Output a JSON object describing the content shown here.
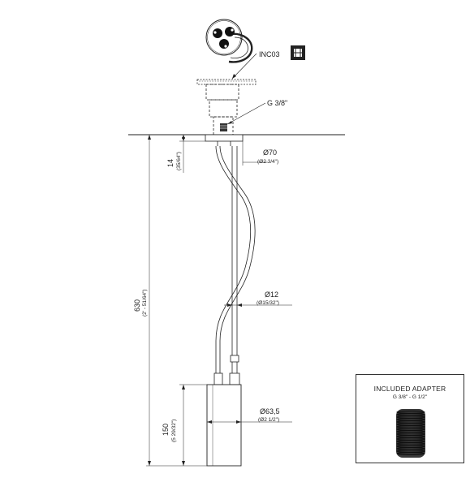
{
  "labels": {
    "code": "INC03",
    "thread": "G 3/8\"",
    "dia70": "Ø70",
    "dia70_in": "(Ø2 3/4\")",
    "dim14": "14",
    "dim14_in": "(35/64\")",
    "dim630": "630",
    "dim630_in": "(2' - 51/64\")",
    "dia12": "Ø12",
    "dia12_in": "(Ø15/32\")",
    "dia63": "Ø63,5",
    "dia63_in": "(Ø2 1/2\")",
    "dim150": "150",
    "dim150_in": "(5 29/32\")"
  },
  "adapter": {
    "title": "INCLUDED ADAPTER",
    "subtitle": "G 3/8\" - G 1/2\""
  },
  "icons": {
    "product_symbol": "shower-symbol-icon"
  }
}
